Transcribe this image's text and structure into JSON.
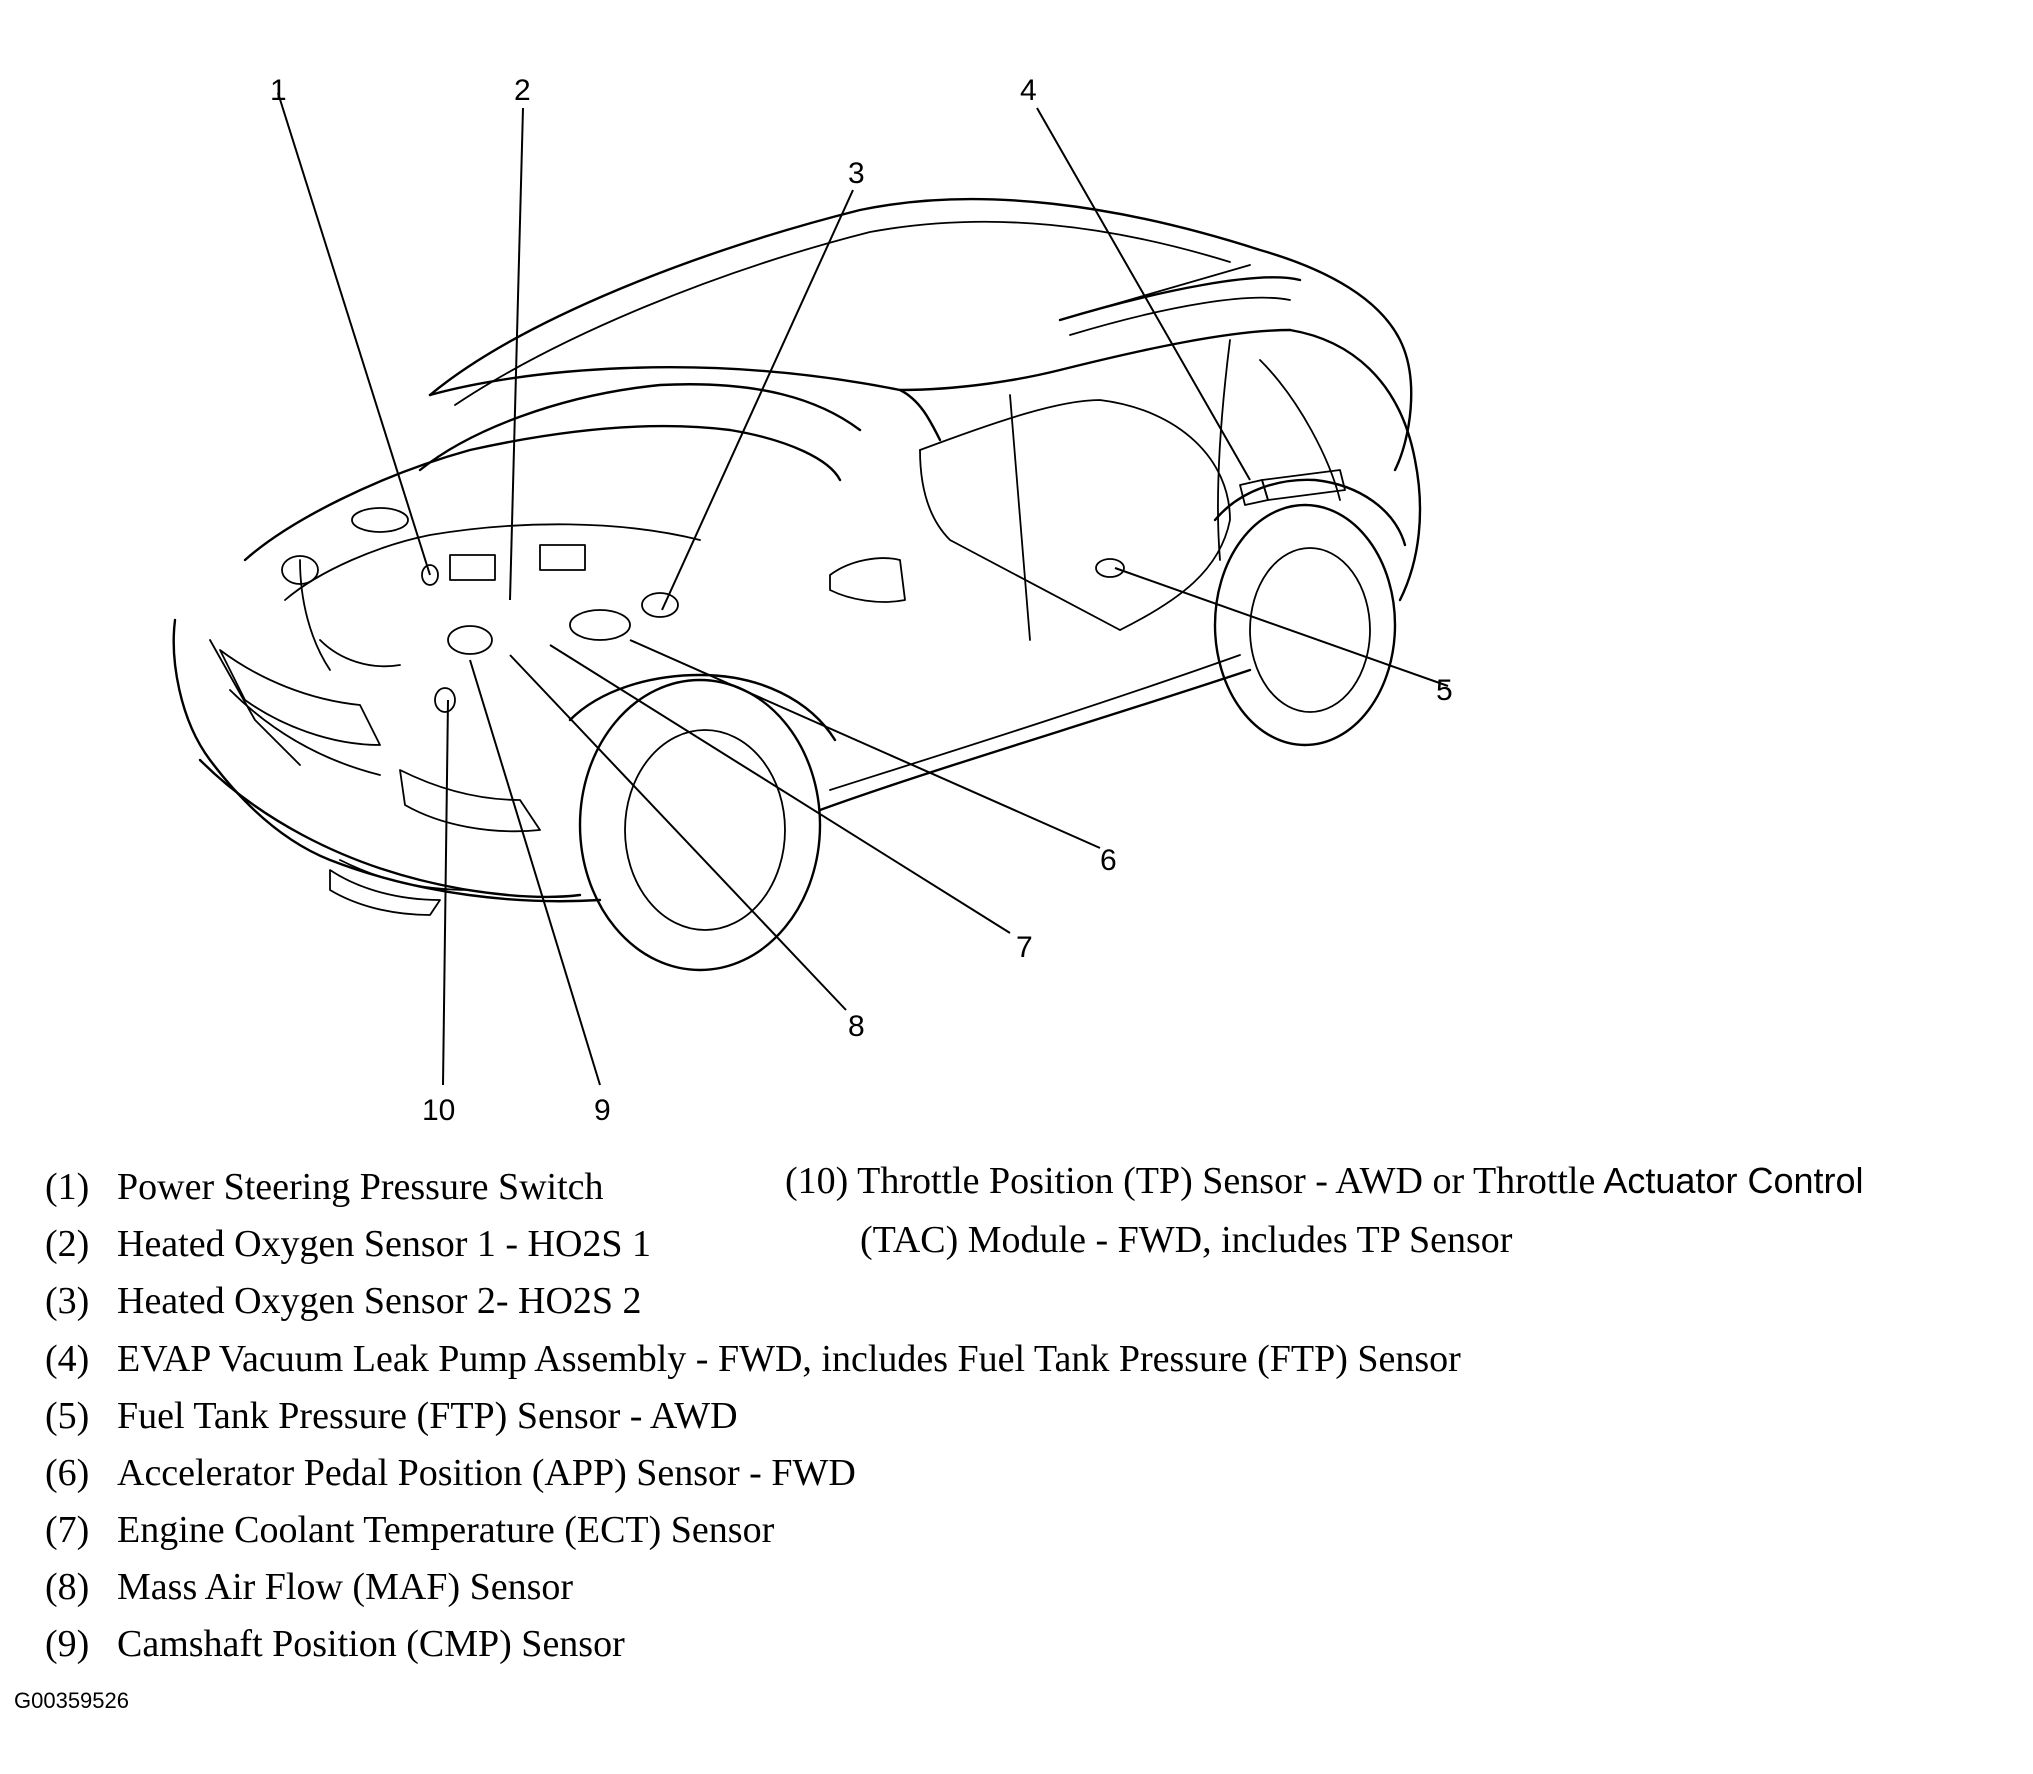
{
  "callouts": [
    "1",
    "2",
    "3",
    "4",
    "5",
    "6",
    "7",
    "8",
    "9",
    "10"
  ],
  "legend": {
    "1": {
      "num": "(1)",
      "text": "Power Steering Pressure Switch"
    },
    "2": {
      "num": "(2)",
      "text": "Heated Oxygen Sensor 1 - HO2S 1"
    },
    "3": {
      "num": "(3)",
      "text": "Heated Oxygen Sensor 2- HO2S 2"
    },
    "4": {
      "num": "(4)",
      "text": "EVAP Vacuum Leak Pump Assembly - FWD, includes Fuel Tank Pressure (FTP) Sensor"
    },
    "5": {
      "num": "(5)",
      "text": "Fuel Tank Pressure (FTP) Sensor - AWD"
    },
    "6": {
      "num": "(6)",
      "text": "Accelerator Pedal Position (APP) Sensor - FWD"
    },
    "7": {
      "num": "(7)",
      "text": "Engine Coolant Temperature (ECT) Sensor"
    },
    "8": {
      "num": "(8)",
      "text": "Mass Air Flow (MAF) Sensor"
    },
    "9": {
      "num": "(9)",
      "text": "Camshaft Position (CMP) Sensor"
    },
    "10": {
      "line1_main": "(10) Throttle Position (TP) Sensor - AWD or Throttle",
      "line1_tail": " Actuator Control",
      "line2": "(TAC) Module - FWD, includes TP Sensor"
    }
  },
  "figure_id": "G00359526"
}
